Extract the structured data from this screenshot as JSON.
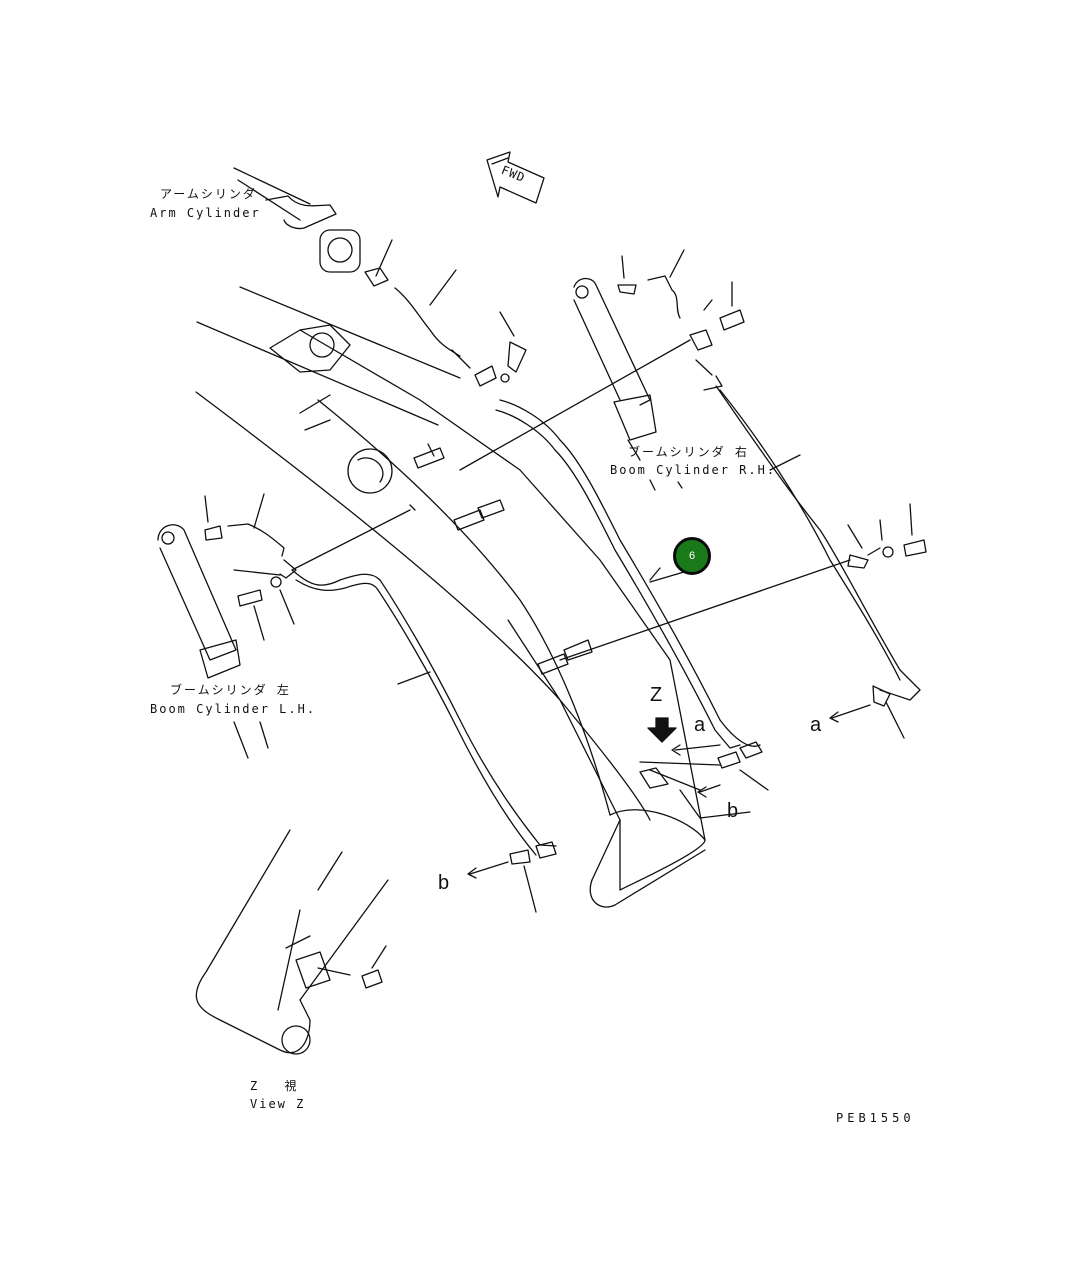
{
  "labels": {
    "arm_cyl_jp": "アームシリンダ",
    "arm_cyl_en": "Arm Cylinder",
    "boom_rh_jp": "ブームシリンダ 右",
    "boom_rh_en": "Boom Cylinder R.H.",
    "boom_lh_jp": "ブームシリンダ 左",
    "boom_lh_en": "Boom Cylinder L.H.",
    "view_jp": "Z 視",
    "view_en": "View Z",
    "fwd": "FWD",
    "code": "PEB1550"
  },
  "markers": {
    "z": "Z",
    "a_left": "a",
    "a_right": "a",
    "b_mid": "b",
    "b_bottom": "b"
  },
  "callout": {
    "number": "6",
    "color": "#1a7a1a"
  },
  "icons": {
    "forward": "fwd-arrow-icon",
    "view_direction": "down-arrow-icon"
  }
}
